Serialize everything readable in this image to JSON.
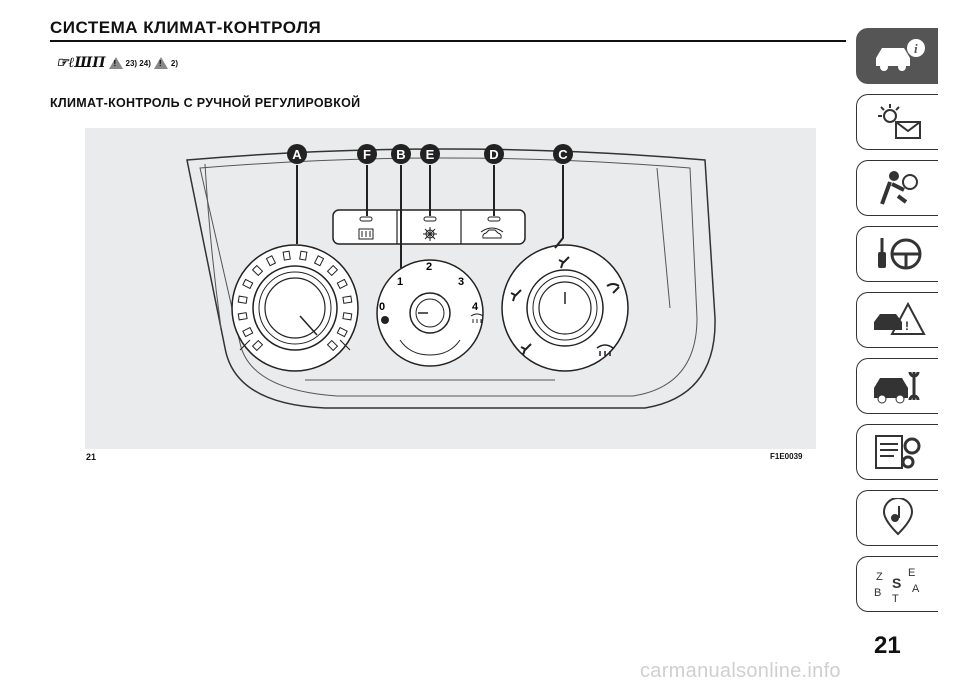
{
  "page": {
    "title": "СИСТЕМА КЛИМАТ-КОНТРОЛЯ",
    "section_heading": "КЛИМАТ-КОНТРОЛЬ С РУЧНОЙ РЕГУЛИРОВКОЙ",
    "page_number": "21",
    "watermark": "carmanualsonline.info"
  },
  "notes": {
    "refs_1": "23) 24)",
    "refs_2": "2)",
    "warning_glyph": "!",
    "caution_glyph": "!"
  },
  "figure": {
    "number": "21",
    "code": "F1E0039",
    "callouts": [
      "A",
      "F",
      "B",
      "E",
      "D",
      "C"
    ],
    "fan_speeds": [
      "0",
      "1",
      "2",
      "3",
      "4"
    ]
  },
  "sidebar": {
    "tabs": [
      {
        "name": "car-info-icon",
        "active": true
      },
      {
        "name": "lights-message-icon",
        "active": false
      },
      {
        "name": "seat-airbag-icon",
        "active": false
      },
      {
        "name": "key-steering-icon",
        "active": false
      },
      {
        "name": "car-warning-icon",
        "active": false
      },
      {
        "name": "car-wrench-icon",
        "active": false
      },
      {
        "name": "document-gear-icon",
        "active": false
      },
      {
        "name": "location-music-icon",
        "active": false
      },
      {
        "name": "alphabet-index-icon",
        "active": false
      }
    ]
  },
  "colors": {
    "figure_bg": "#e9ebec",
    "active_tab": "#555555",
    "callout_fill": "#222222"
  }
}
